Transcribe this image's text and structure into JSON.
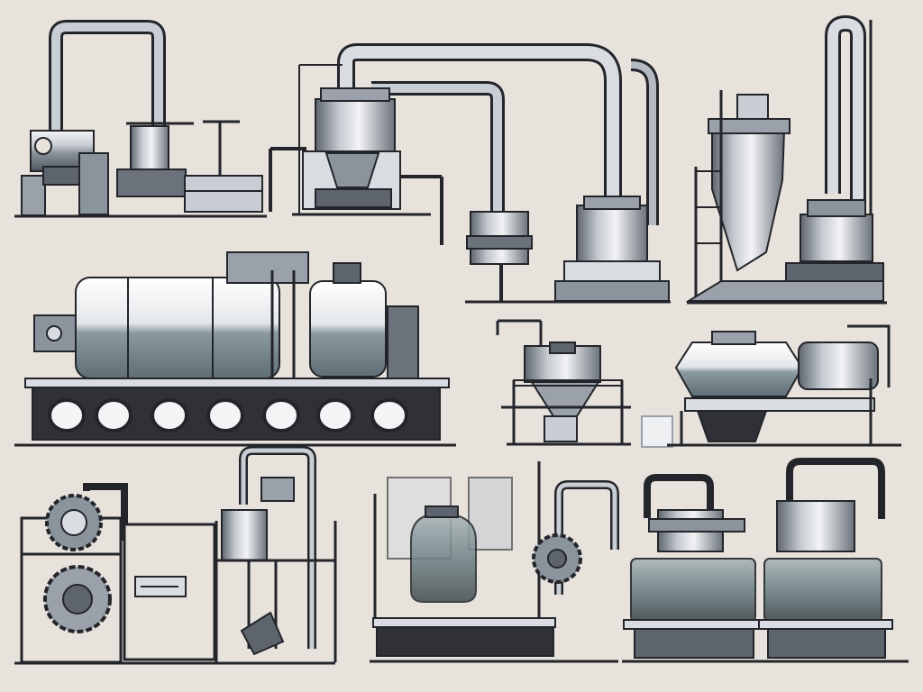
{
  "colors": {
    "background": "#e7e2db",
    "outline": "#23252b",
    "steel_light": "#d9dde2",
    "steel_mid": "#9aa1aa",
    "steel_dark": "#5d646d",
    "glass_teal": "#7f9296",
    "shadow_dark": "#2f3137"
  },
  "scene": {
    "subject": "industrial-machinery-illustration",
    "rows": 3,
    "machine_groups": [
      {
        "name": "pipe-boiler-unit-left",
        "row": 1,
        "icon": "boiler-icon"
      },
      {
        "name": "reactor-vessel-unit",
        "row": 1,
        "icon": "reactor-icon"
      },
      {
        "name": "pump-station-pair",
        "row": 1,
        "icon": "pump-icon"
      },
      {
        "name": "cyclone-tower-unit",
        "row": 1,
        "icon": "tower-icon"
      },
      {
        "name": "twin-tank-trailer",
        "row": 2,
        "icon": "tank-icon"
      },
      {
        "name": "hopper-mixer",
        "row": 2,
        "icon": "hopper-icon"
      },
      {
        "name": "horizontal-drum-heater",
        "row": 2,
        "icon": "drum-icon"
      },
      {
        "name": "gear-press-frame",
        "row": 3,
        "icon": "gear-icon"
      },
      {
        "name": "vertical-press",
        "row": 3,
        "icon": "press-icon"
      },
      {
        "name": "glass-vessel-gear-unit",
        "row": 3,
        "icon": "vessel-icon"
      },
      {
        "name": "glass-tank-pair",
        "row": 3,
        "icon": "glass-tank-icon"
      }
    ]
  }
}
